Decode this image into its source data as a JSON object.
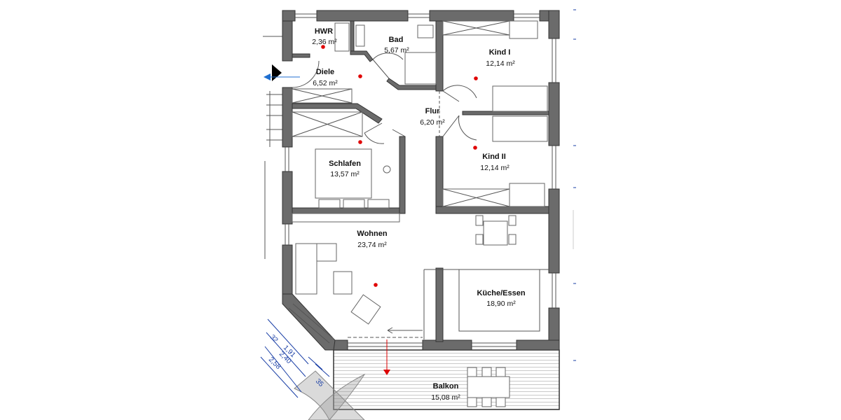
{
  "rooms": [
    {
      "name": "HWR",
      "area": "2,36 m²"
    },
    {
      "name": "Bad",
      "area": "5,67 m²"
    },
    {
      "name": "Diele",
      "area": "6,52 m²"
    },
    {
      "name": "Flur",
      "area": "6,20 m²"
    },
    {
      "name": "Kind I",
      "area": "12,14 m²"
    },
    {
      "name": "Kind II",
      "area": "12,14 m²"
    },
    {
      "name": "Schlafen",
      "area": "13,57 m²"
    },
    {
      "name": "Wohnen",
      "area": "23,74 m²"
    },
    {
      "name": "Küche/Essen",
      "area": "18,90 m²"
    },
    {
      "name": "Balkon",
      "area": "15,08 m²"
    }
  ],
  "dimensions": [
    "32",
    "1,91",
    "2,40",
    "2,58",
    "35"
  ],
  "colors": {
    "wall": "#6b6b6b",
    "room_marker": "#e00000",
    "dimension": "#1a3fa6",
    "entry_arrow": "#1f6fd0"
  }
}
